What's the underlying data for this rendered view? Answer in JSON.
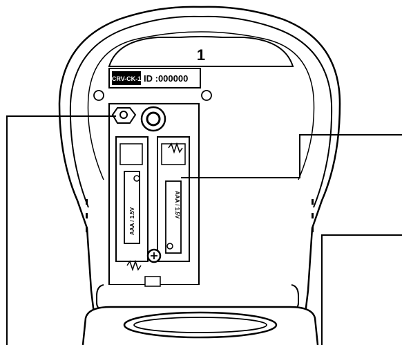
{
  "device": {
    "slot_number": "1",
    "model_label": "CRV-CK-1",
    "id_label": "ID :000000",
    "battery_left_text": "AAA / 1.5V",
    "battery_right_text": "AAA / 1.5V"
  },
  "colors": {
    "stroke": "#000000",
    "fill": "#ffffff",
    "model_bg": "#000000",
    "model_text": "#ffffff"
  }
}
